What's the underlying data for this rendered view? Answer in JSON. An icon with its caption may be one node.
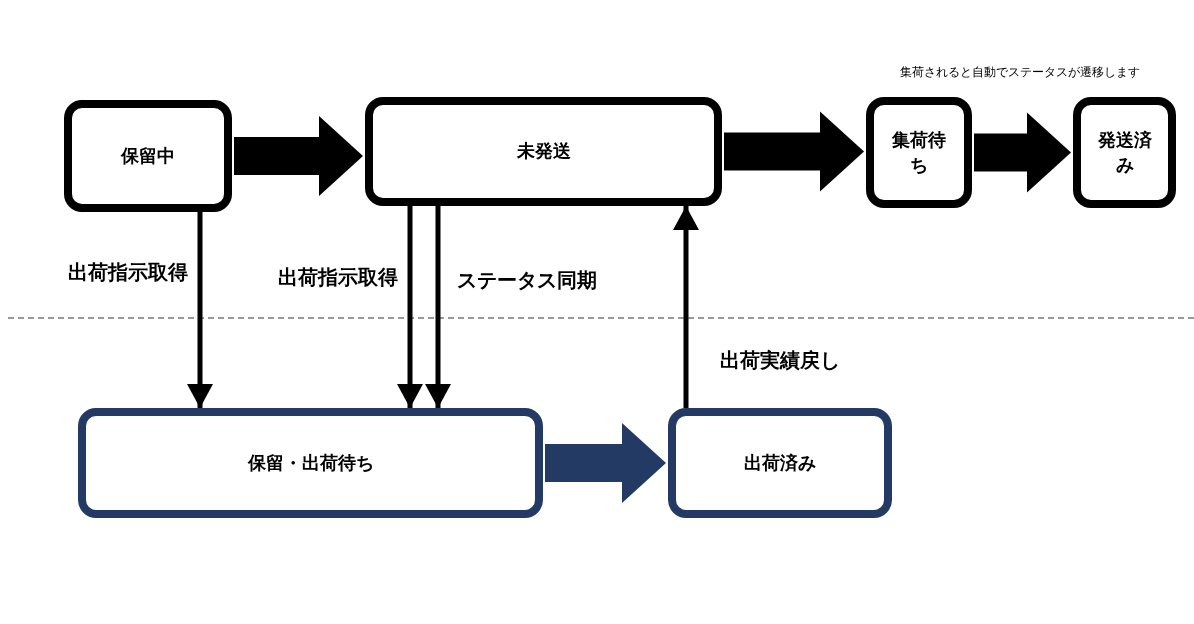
{
  "diagram": {
    "nodes": [
      {
        "text": [
          "保留中"
        ]
      },
      {
        "text": [
          "未発送"
        ]
      },
      {
        "text": [
          "集荷待ち"
        ]
      },
      {
        "text": [
          "発送済み"
        ]
      },
      {
        "text": [
          "保留・出荷待ち"
        ]
      },
      {
        "text": [
          "出荷済み"
        ]
      }
    ],
    "edges": [
      {
        "from": 0,
        "to": 1,
        "arrow": "to",
        "style": "thick"
      },
      {
        "from": 1,
        "to": 2,
        "arrow": "to",
        "style": "thick"
      },
      {
        "from": 2,
        "to": 3,
        "arrow": "to",
        "style": "thick"
      },
      {
        "from": 4,
        "to": 5,
        "arrow": "to",
        "style": "thick",
        "color": "#233a64"
      },
      {
        "from": 0,
        "to": 4,
        "arrow": "to",
        "label": "出荷指示取得"
      },
      {
        "from": 1,
        "to": 4,
        "arrow": "to",
        "label": "出荷指示取得"
      },
      {
        "from": 1,
        "to": 4,
        "arrow": "to",
        "label": "ステータス同期"
      },
      {
        "from": 5,
        "to": 1,
        "arrow": "to",
        "label": "出荷実績戻し"
      }
    ],
    "labels": [
      "集荷されると自動でステータスが遷移します"
    ]
  }
}
